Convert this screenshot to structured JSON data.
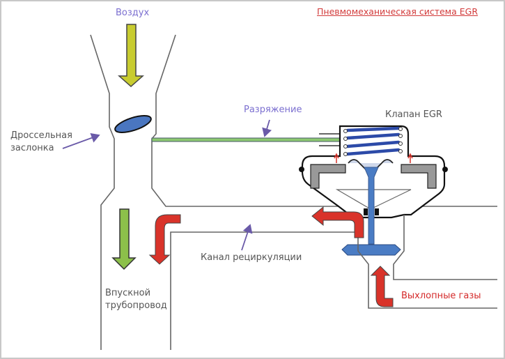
{
  "title": "Пневмомеханическая система EGR",
  "labels": {
    "air": "Воздух",
    "throttle_line1": "Дроссельная",
    "throttle_line2": "заслонка",
    "vacuum": "Разряжение",
    "egr_valve": "Клапан EGR",
    "recirculation_channel": "Канал рециркуляции",
    "intake_line1": "Впускной",
    "intake_line2": "трубопровод",
    "exhaust_gases": "Выхлопные газы"
  },
  "colors": {
    "air_arrow": "#c8cc30",
    "intake_arrow": "#8cc04a",
    "exhaust_arrow": "#d9332a",
    "valve_blue": "#4a7cc4",
    "spring_blue": "#2c4aa8",
    "vacuum_line": "#8cc870",
    "label_violet": "#7b6fd0",
    "title_red": "#d23a3a"
  }
}
